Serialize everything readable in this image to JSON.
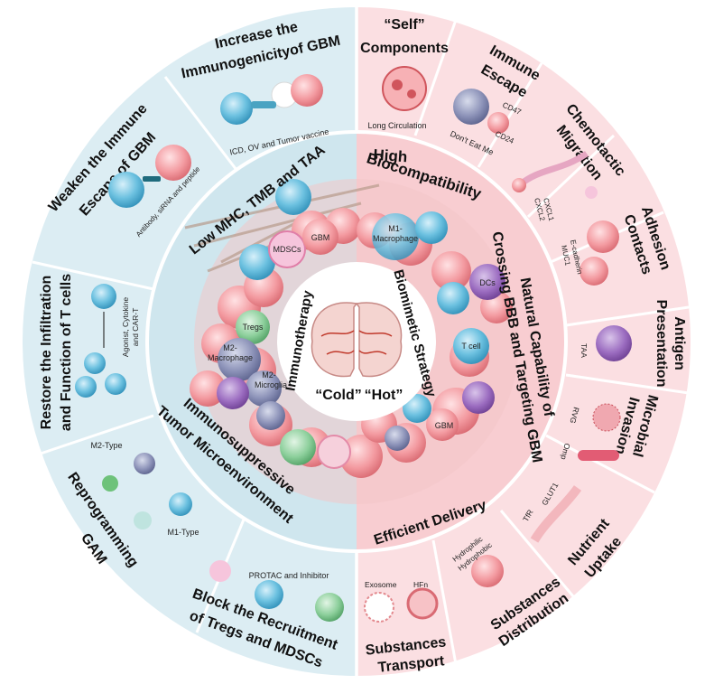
{
  "colors": {
    "left_outer": "#dcedf3",
    "left_mid": "#cfe6ee",
    "right_outer": "#fbdcdf",
    "right_mid": "#f7c7cc",
    "separator": "#ffffff",
    "blue_cell": "#5fb7d8",
    "pink_cell": "#f08f95",
    "purple_cell": "#8b5fa8",
    "green_cell": "#7cc68e"
  },
  "center": {
    "left_title": "Immunotherapy",
    "right_title": "Biomimetic Strategy",
    "cold": "“Cold”",
    "hot": "“Hot”"
  },
  "middle_ring": {
    "left_top": "Low MHC, TMB and TAA",
    "left_bottom_1": "Immunosuppressive",
    "left_bottom_2": "Tumor Microenvironment",
    "right_top_1": "High",
    "right_top_2": "Biocompatibility",
    "right_middle_1": "Natural Capability of",
    "right_middle_2": "Crossing BBB and Targeting GBM",
    "right_bottom": "Efficient Delivery"
  },
  "cell_labels": {
    "mdscs": "MDSCs",
    "gbm_left": "GBM",
    "tregs": "Tregs",
    "m2_macrophage_1": "M2-",
    "m2_macrophage_2": "Macrophage",
    "m2_microglia_1": "M2-",
    "m2_microglia_2": "Microglia",
    "m1_macrophage_1": "M1-",
    "m1_macrophage_2": "Macrophage",
    "dcs": "DCs",
    "t_cell": "T cell",
    "gbm_right": "GBM"
  },
  "left_segments": {
    "increase": {
      "title_1": "Increase the",
      "title_2": "Immunogenicityof GBM",
      "note": "ICD, OV and Tumor vaccine"
    },
    "weaken": {
      "title_1": "Weaken the Immune",
      "title_2": "Escape of GBM",
      "note": "Antibody, siRNA and peptide"
    },
    "restore": {
      "title_1": "Restore the Infiltration",
      "title_2": "and Function of T cells",
      "note_1": "Agonist, Cytokine",
      "note_2": "and CAR-T"
    },
    "reprogram": {
      "title_1": "Reprogramming",
      "title_2": "GAM",
      "m2_type": "M2-Type",
      "m1_type": "M1-Type"
    },
    "block": {
      "title_1": "Block the Recruitment",
      "title_2": "of Tregs and MDSCs",
      "note": "PROTAC and Inhibitor"
    }
  },
  "right_segments": {
    "self": {
      "title_1": "“Self”",
      "title_2": "Components",
      "note": "Long Circulation"
    },
    "escape": {
      "title_1": "Immune",
      "title_2": "Escape",
      "cd47": "CD47",
      "cd24": "CD24",
      "note": "Don't Eat Me"
    },
    "chemotactic": {
      "title_1": "Chemotactic",
      "title_2": "Migration",
      "cxcl1": "CXCL1",
      "cxcl2": "CXCL2"
    },
    "adhesion": {
      "title_1": "Adhesion",
      "title_2": "Contacts",
      "ecad": "E-cadherin",
      "muc1": "MUC1"
    },
    "antigen": {
      "title_1": "Antigen",
      "title_2": "Presentation",
      "taa": "TAA"
    },
    "microbial": {
      "title_1": "Microbial",
      "title_2": "Invasion",
      "rvg": "RVG",
      "omp": "Omp"
    },
    "nutrient": {
      "title_1": "Nutrient",
      "title_2": "Uptake",
      "glut1": "GLUT1",
      "tfr": "TfR"
    },
    "distribution": {
      "title_1": "Substances",
      "title_2": "Distribution",
      "hydrophilic": "Hydrophilic",
      "hydrophobic": "Hydrophobic"
    },
    "transport": {
      "title_1": "Substances",
      "title_2": "Transport",
      "exosome": "Exosome",
      "hfn": "HFn"
    }
  }
}
